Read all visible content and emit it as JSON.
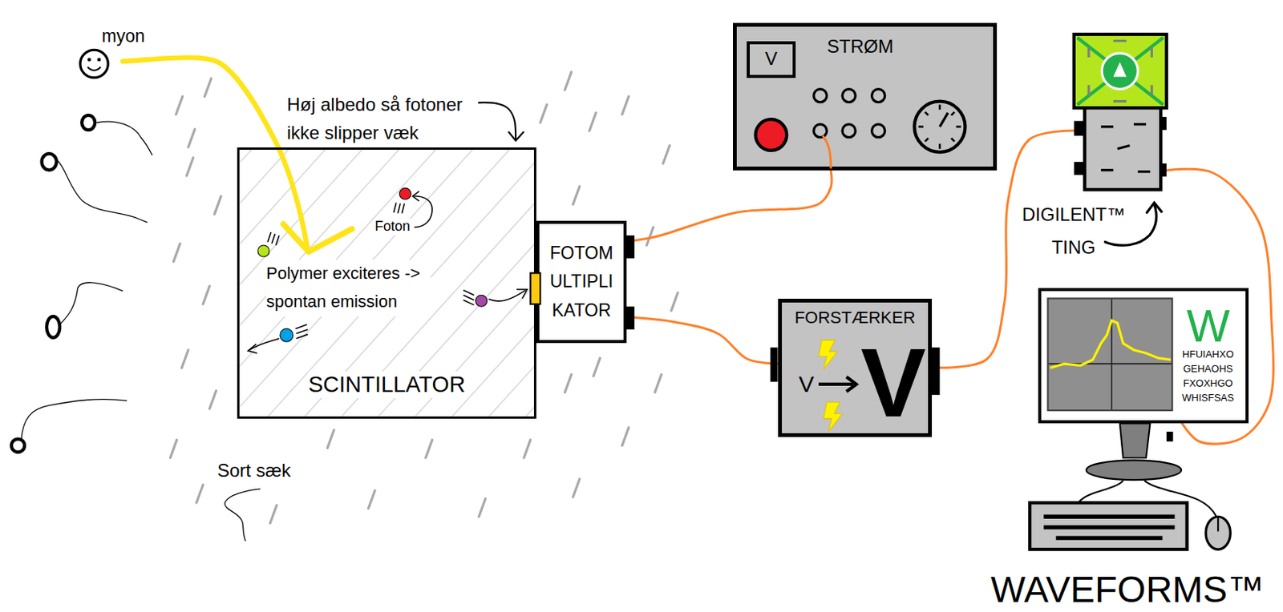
{
  "diagram": {
    "nodes": [
      {
        "text": [
          "Høj albedo så fotoner ikke slipper væk",
          "Sort sæk"
        ]
      },
      {
        "text": [
          "Polymer exciteres -> spontan emission",
          "SCINTILLATOR"
        ],
        "in": 0
      },
      {
        "text": [
          "FOTOM ULTIPLI KATOR"
        ],
        "in": 0
      },
      {
        "text": [
          "STRØM"
        ]
      },
      {
        "text": [
          "V"
        ],
        "in": 3
      },
      {
        "text": [
          "FORSTÆRKER",
          "V",
          "V"
        ]
      },
      {
        "text": [
          "DIGILENT™ TING"
        ]
      },
      {
        "text": [
          "W",
          "HFUIAHXO GEHAOHS FXOXHGO WHISFSAS",
          "WAVEFORMS™"
        ]
      }
    ],
    "edges": [
      {
        "from": 3,
        "to": 2,
        "arrow": "none"
      },
      {
        "from": 2,
        "to": 5,
        "arrow": "none"
      },
      {
        "from": 5,
        "to": 6,
        "arrow": "none"
      },
      {
        "from": 6,
        "to": 7,
        "arrow": "none"
      }
    ],
    "labels": [
      "myon",
      "Foton"
    ]
  }
}
